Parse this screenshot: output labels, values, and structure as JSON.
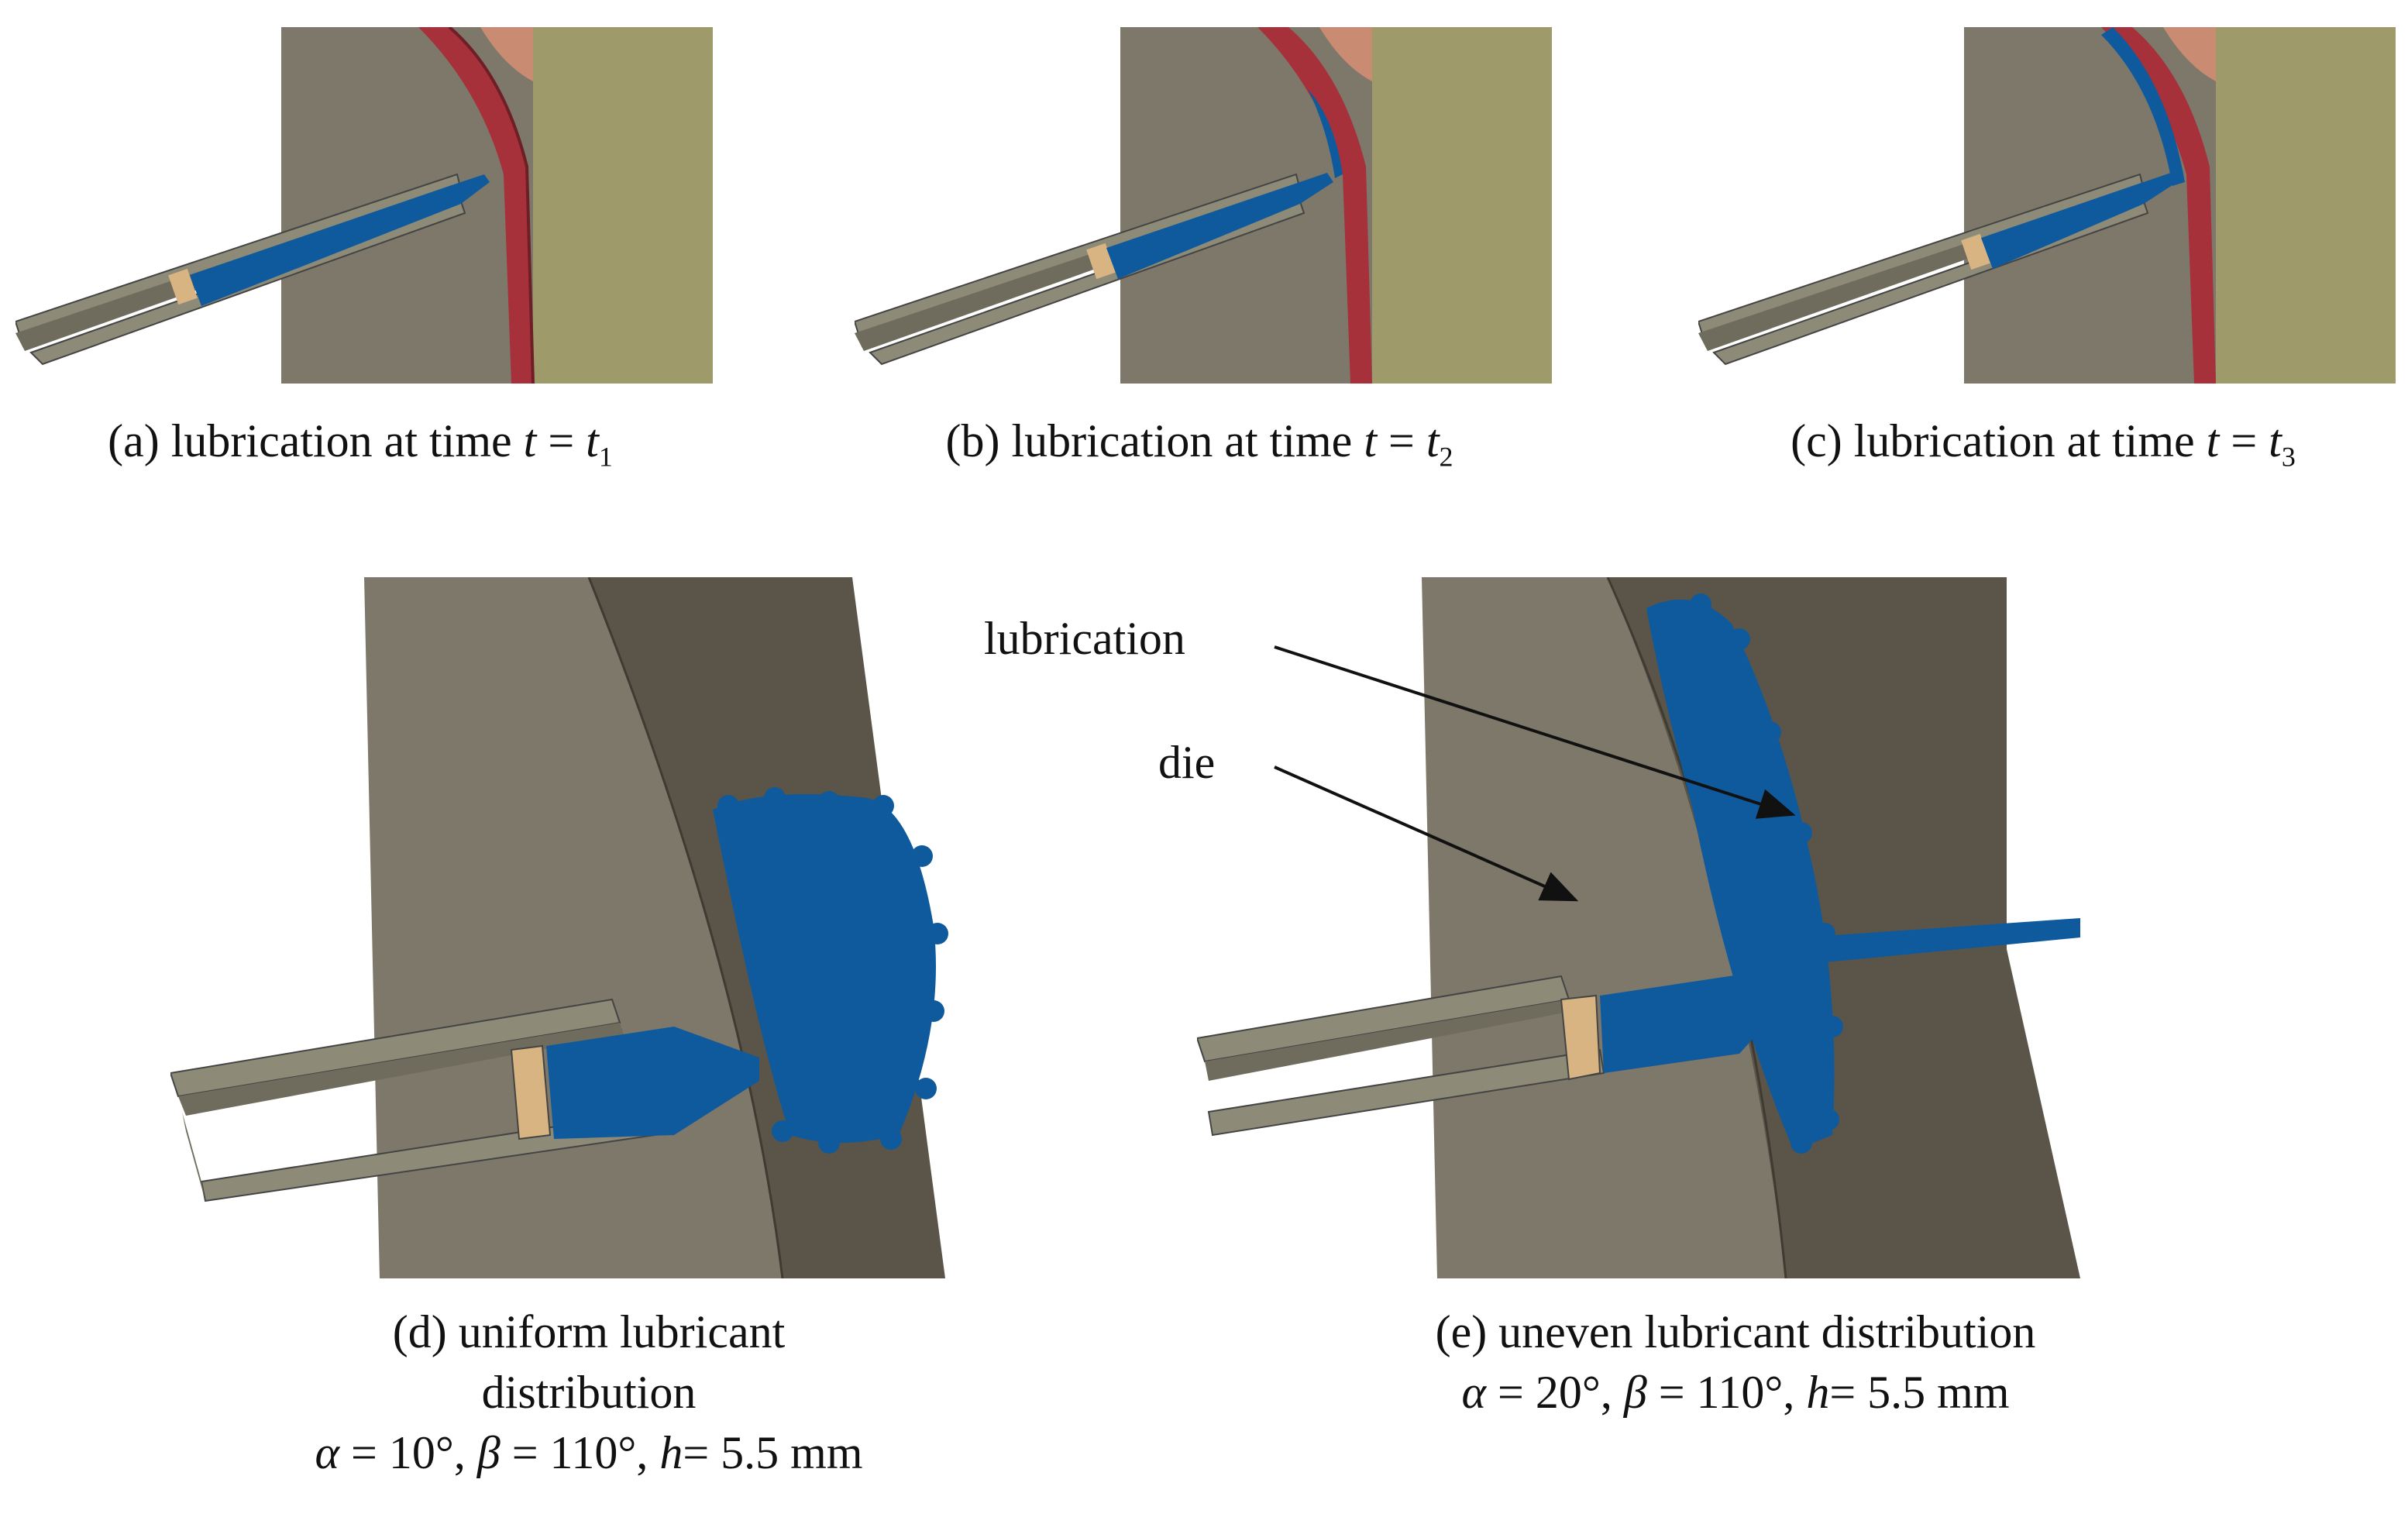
{
  "figure": {
    "panel_a": {
      "prefix": "(a) lubrication at time ",
      "var": "t",
      "eq": " = ",
      "var2": "t",
      "sub": "1"
    },
    "panel_b": {
      "prefix": "(b) lubrication at time ",
      "var": "t",
      "eq": " = ",
      "var2": "t",
      "sub": "2"
    },
    "panel_c": {
      "prefix": "(c) lubrication at time ",
      "var": "t",
      "eq": " = ",
      "var2": "t",
      "sub": "3"
    },
    "panel_d": {
      "line1": "(d) uniform lubricant",
      "line2": "distribution",
      "alpha_sym": "α",
      "alpha_val": " = 10°, ",
      "beta_sym": "β",
      "beta_val": " = 110°, ",
      "h_sym": "h",
      "h_val": "= 5.5 mm"
    },
    "panel_e": {
      "line1": "(e) uneven lubricant distribution",
      "alpha_sym": "α",
      "alpha_val": " = 20°, ",
      "beta_sym": "β",
      "beta_val": " = 110°, ",
      "h_sym": "h",
      "h_val": "= 5.5 mm"
    },
    "annotations": {
      "lubrication": "lubrication",
      "die": "die"
    },
    "colors": {
      "die": "#7d786a",
      "die_dark": "#5a5548",
      "lubricant": "#0f5a9c",
      "sheet": "#a6313a",
      "holder": "#9e9a6a",
      "punch": "#c98b72",
      "nozzle": "#8d8a78",
      "piston": "#d8b482"
    }
  }
}
